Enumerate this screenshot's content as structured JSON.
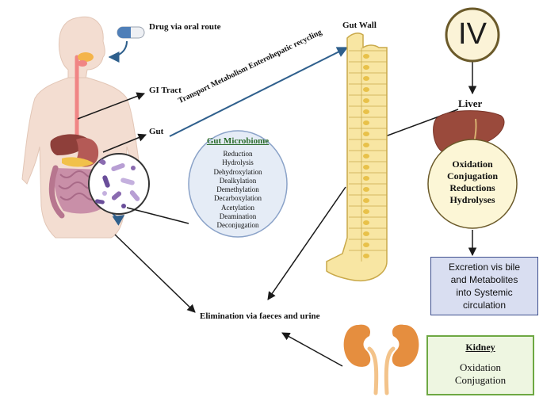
{
  "labels": {
    "drug": "Drug via oral route",
    "gi_tract": "GI Tract",
    "gut": "Gut",
    "gut_wall": "Gut Wall",
    "transport": "Transport Metabolism Enterohepatic recycling",
    "iv": "IV",
    "liver": "Liver",
    "elimination": "Elimination via faeces and urine"
  },
  "microbiome": {
    "title": "Gut Microbiome",
    "items": [
      "Reduction",
      "Hydrolysis",
      "Dehydroxylation",
      "Dealkylation",
      "Demethylation",
      "Decarboxylation",
      "Acetylation",
      "Deamination",
      "Deconjugation"
    ]
  },
  "liver_processes": [
    "Oxidation",
    "Conjugation",
    "Reductions",
    "Hydrolyses"
  ],
  "excretion": [
    "Excretion vis bile",
    "and Metabolites",
    "into Systemic",
    "circulation"
  ],
  "kidney": {
    "title": "Kidney",
    "items": [
      "Oxidation",
      "Conjugation"
    ]
  },
  "colors": {
    "arrow": "#1a1a1a",
    "blue_arrow": "#2e5f8c",
    "skin": "#f3ddd1",
    "gut_wall_fill": "#f8e6a3",
    "gut_wall_stroke": "#c9a94a",
    "iv_fill": "#fbf3d7",
    "iv_stroke": "#6b5a2a",
    "liver": "#9a4a3c",
    "liver_circle": "#fcf6d6",
    "microbiome_fill": "#e5ecf6",
    "microbiome_stroke": "#8aa2c8",
    "excretion_fill": "#d9def1",
    "excretion_stroke": "#3e4f8e",
    "kidney_fill": "#eef6e1",
    "kidney_stroke": "#6ea843",
    "kidney_organ": "#e58e3f",
    "intestine": "#c98fa8",
    "stomach": "#a14e4a",
    "pill_blue": "#4f7fb8",
    "pill_white": "#eef0f4"
  }
}
